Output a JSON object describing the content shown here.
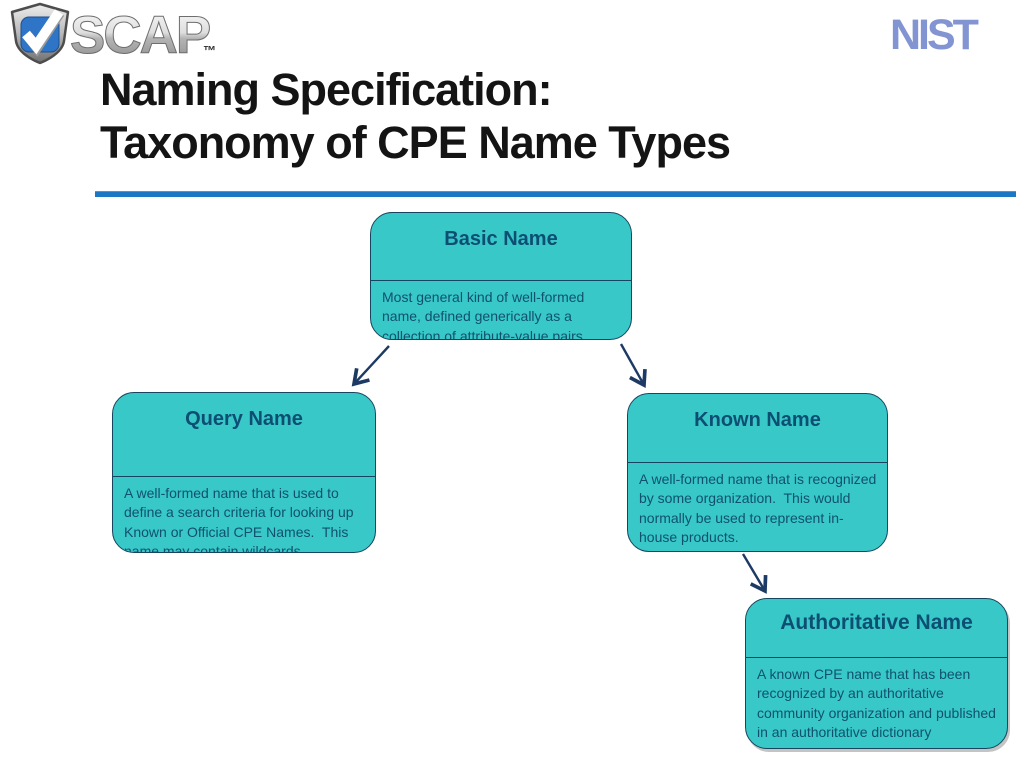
{
  "slide": {
    "title_line1": "Naming Specification:",
    "title_line2": "Taxonomy of CPE Name Types"
  },
  "logos": {
    "scap": {
      "text": "SCAP",
      "tm": "™"
    },
    "nist": {
      "text": "NIST"
    }
  },
  "colors": {
    "box_fill": "#38C8C8",
    "box_border": "#17455F",
    "node_title_text": "#0D4E73",
    "node_body_text": "#10516F",
    "title_rule_blue": "#1B76C4",
    "arrow": "#1C3A64",
    "nist_blue": "#8295D2",
    "scap_shield_blue": "#2E75C8"
  },
  "diagram": {
    "nodes": [
      {
        "id": "basic",
        "title": "Basic Name",
        "description": "Most general kind of well-formed name, defined generically as a collection of attribute-value pairs."
      },
      {
        "id": "query",
        "title": "Query Name",
        "description": "A well-formed name that is used to define a search criteria for looking up Known or Official CPE Names.  This name may contain wildcards."
      },
      {
        "id": "known",
        "title": "Known Name",
        "description": "A well-formed name that is recognized by some organization.  This would normally be used to represent in-house products."
      },
      {
        "id": "authoritative",
        "title": "Authoritative Name",
        "description": "A known CPE name that has been recognized by an authoritative community organization and published in an authoritative dictionary"
      }
    ],
    "edges": [
      {
        "from": "basic",
        "to": "query"
      },
      {
        "from": "basic",
        "to": "known"
      },
      {
        "from": "known",
        "to": "authoritative"
      }
    ]
  }
}
